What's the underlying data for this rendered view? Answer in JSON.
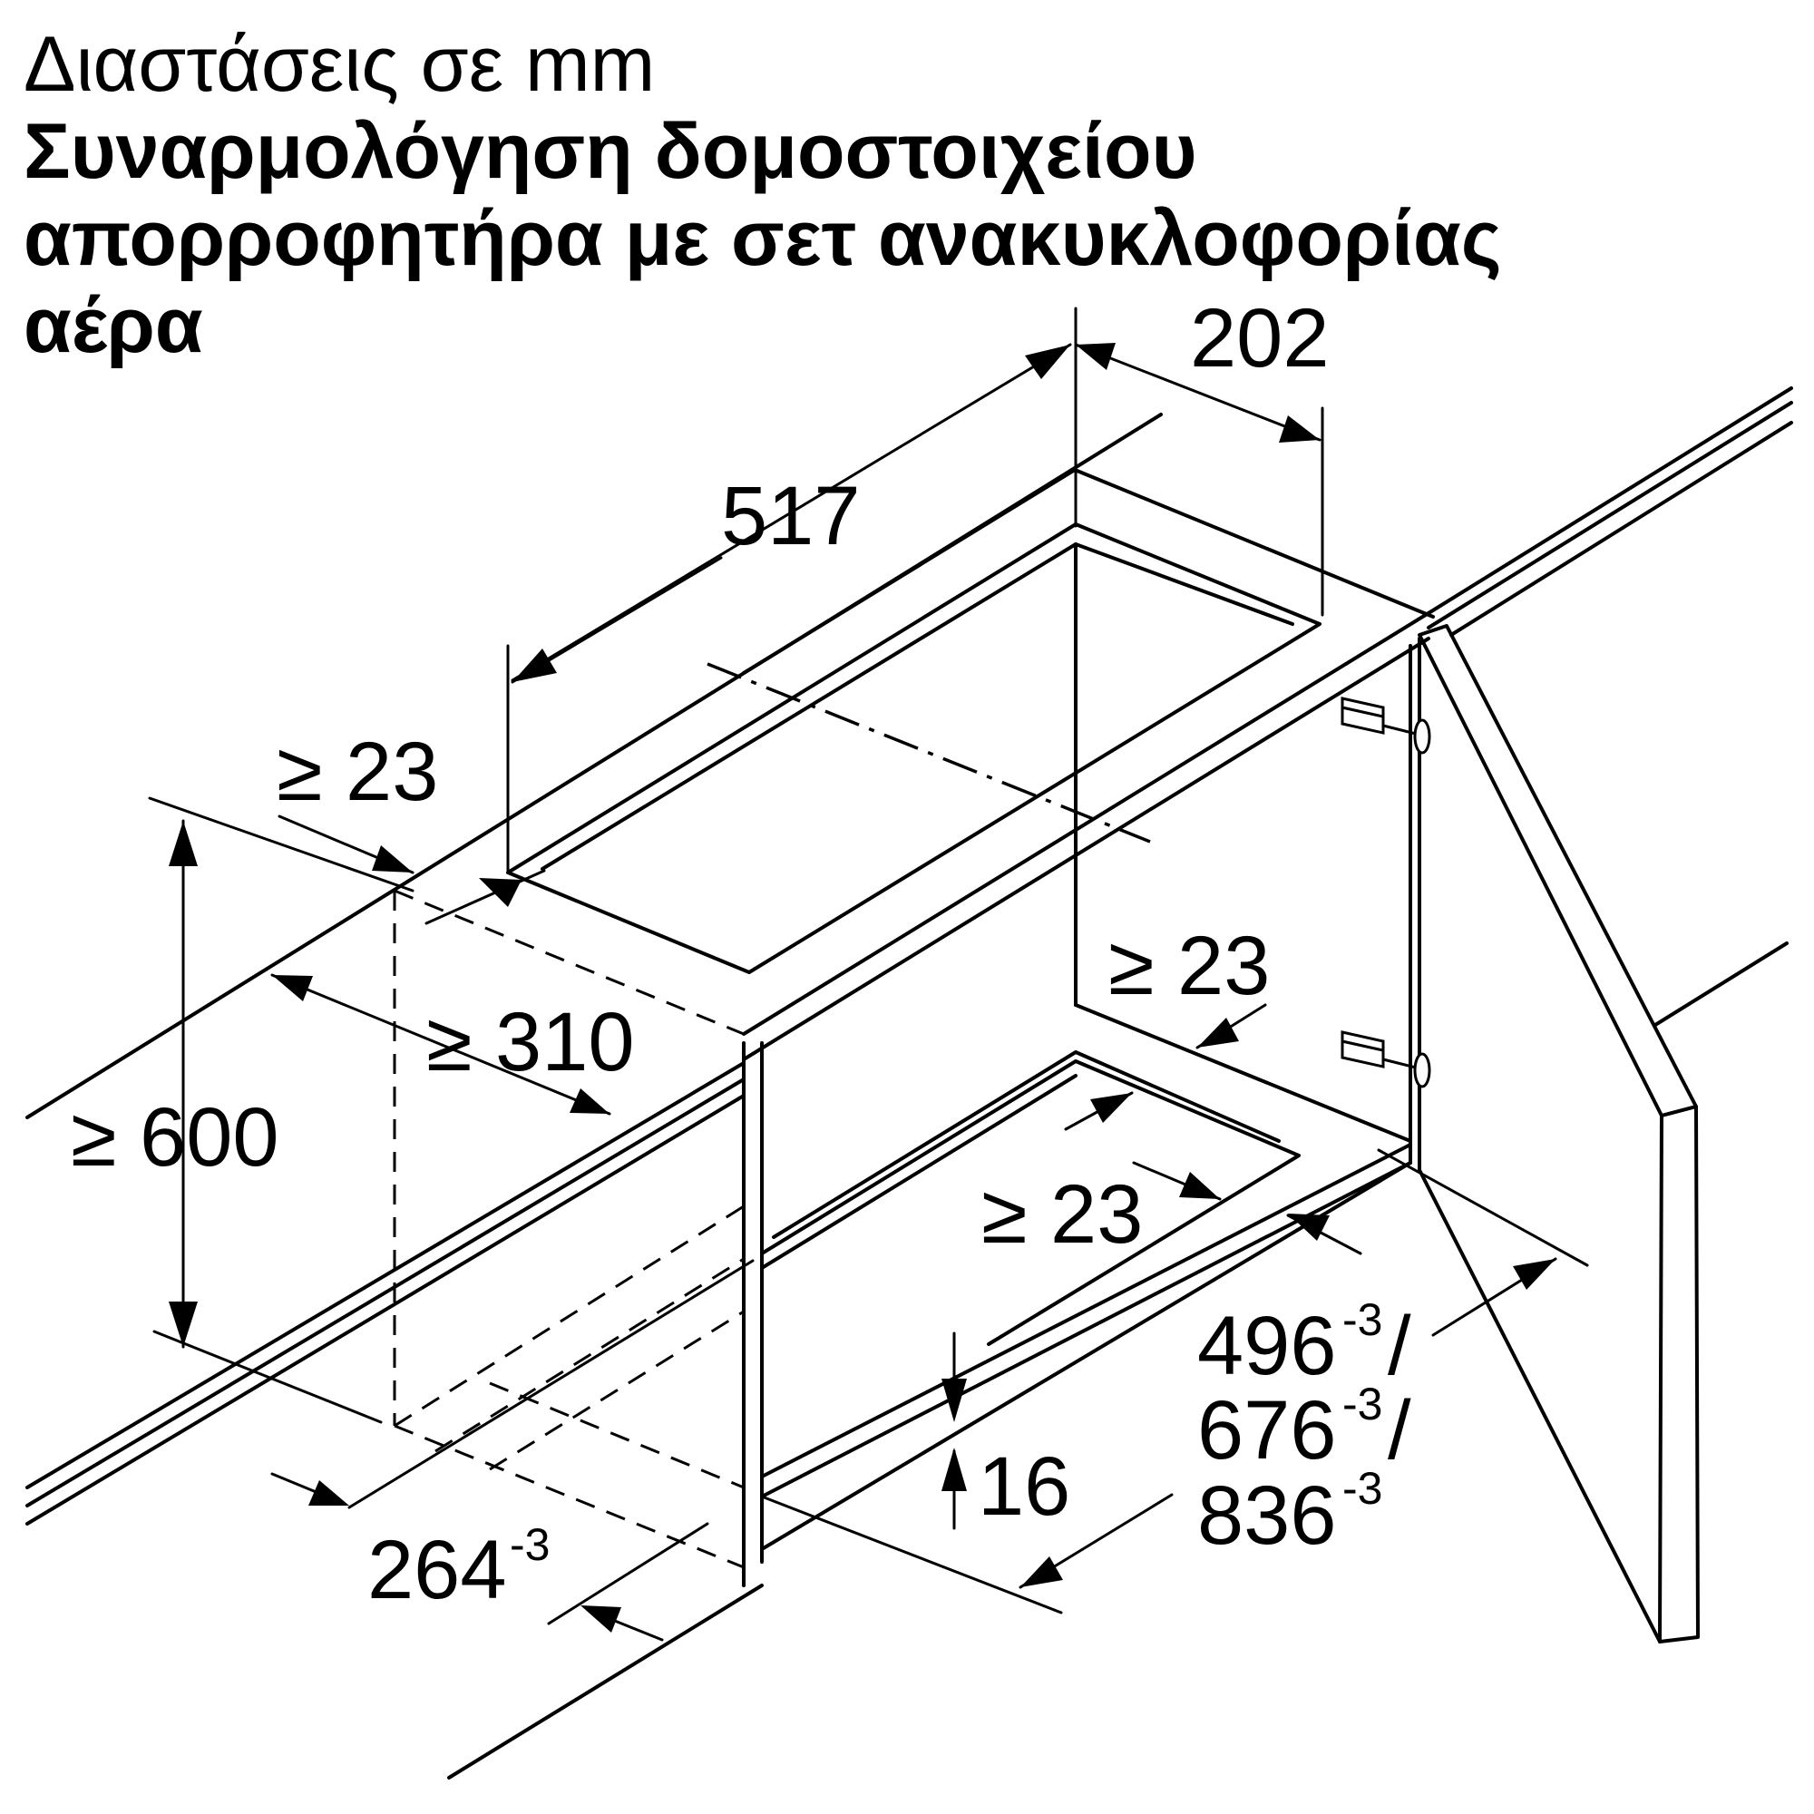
{
  "caption": "Διαστάσεις σε mm",
  "title_lines": [
    "Συναρμολόγηση δομοστοιχείου",
    "απορροφητήρα με σετ ανακυκλοφορίας",
    "αέρα"
  ],
  "dimensions": {
    "d202": "202",
    "d517": "517",
    "d23_top": "≥ 23",
    "d310": "≥ 310",
    "d600": "≥ 600",
    "d23_mid": "≥ 23",
    "d23_low": "≥ 23",
    "d16": "16",
    "d264": "264",
    "d264_tol": "-3",
    "d496": "496",
    "d496_tol": "-3",
    "d676": "676",
    "d676_tol": "-3",
    "d836": "836",
    "d836_tol": "-3",
    "slash": "/"
  }
}
